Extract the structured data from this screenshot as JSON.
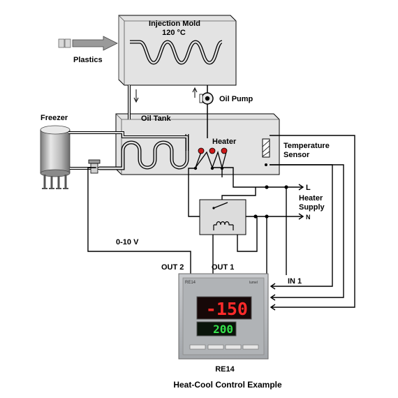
{
  "labels": {
    "mold_name": "Injection Mold",
    "mold_temp": "120 °C",
    "plastics": "Plastics",
    "oil_pump": "Oil Pump",
    "oil_tank": "Oil Tank",
    "freezer": "Freezer",
    "heater": "Heater",
    "temp_sensor_line1": "Temperature",
    "temp_sensor_line2": "Sensor",
    "line_L": "L",
    "line_N": "N",
    "heater_supply_line1": "Heater",
    "heater_supply_line2": "Supply",
    "voltage_signal": "0-10 V",
    "out1": "OUT 1",
    "out2": "OUT 2",
    "in1": "IN 1",
    "controller_name": "RE14",
    "caption": "Heat-Cool Control Example"
  },
  "controller": {
    "model_tag": "RE14",
    "brand_tag": "lumel",
    "process_value": "-150",
    "set_value": "200",
    "pv_color": "#ff2a2a",
    "sv_color": "#34e04a",
    "button_count": 4
  },
  "colors": {
    "tank_fill": "#e3e3e3",
    "controller_body": "#b7b9bc",
    "wire": "#000000"
  }
}
